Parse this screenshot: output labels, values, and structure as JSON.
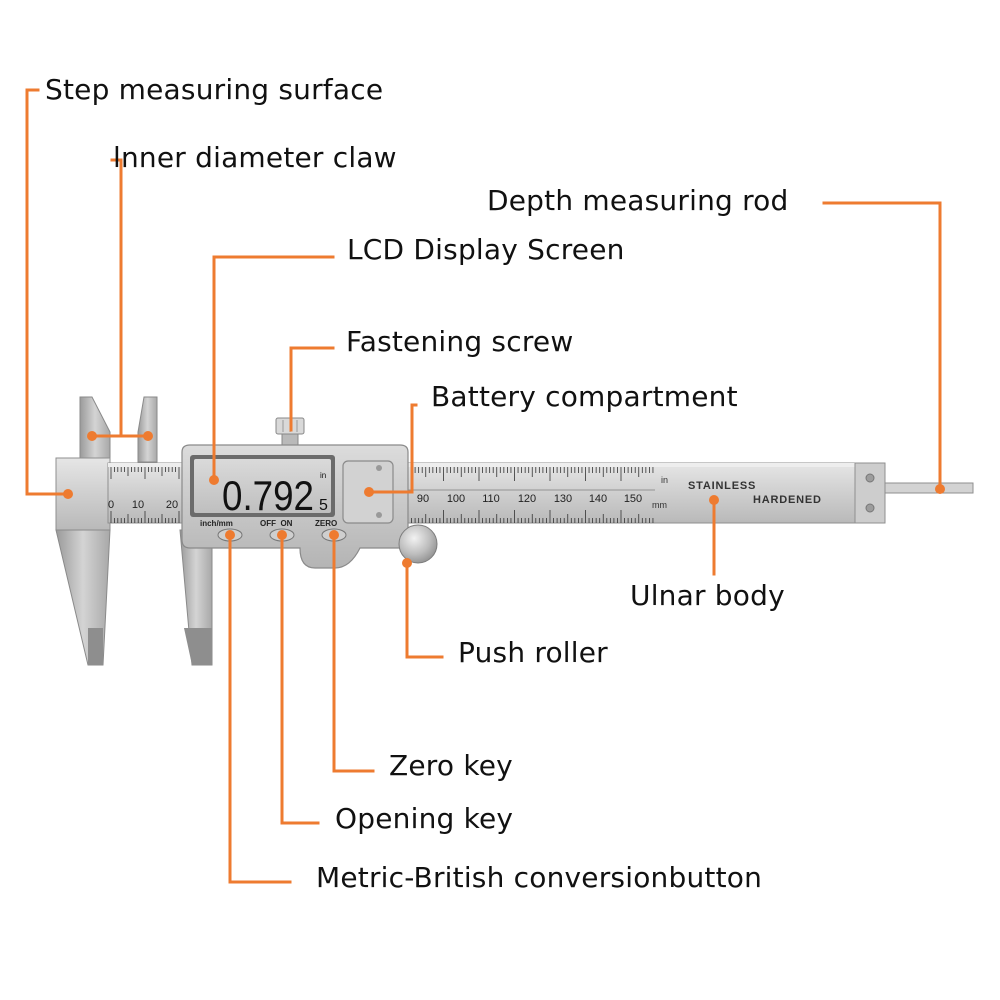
{
  "labels": {
    "step_surface": "Step measuring surface",
    "inner_claw": "lnner diameter claw",
    "depth_rod": "Depth measuring rod",
    "lcd": "LCD Display Screen",
    "fastening_screw": "Fastening screw",
    "battery": "Battery compartment",
    "ulnar_body": "Ulnar body",
    "push_roller": "Push roller",
    "zero_key": "Zero key",
    "opening_key": "Opening key",
    "conversion_button": "Metric-British conversionbutton"
  },
  "device": {
    "display_value": "0.792",
    "display_fraction": "5",
    "display_unit": "in",
    "btn_inch_mm": "inch/mm",
    "btn_off_on": "OFF  ON",
    "btn_zero": "ZERO",
    "body_text_1": "STAINLESS",
    "body_text_2": "HARDENED",
    "unit_in": "in",
    "unit_mm": "mm",
    "scale_left": [
      "0",
      "10",
      "20"
    ],
    "scale_right": [
      "90",
      "100",
      "110",
      "120",
      "130",
      "140",
      "150"
    ]
  },
  "colors": {
    "accent": "#ee7b30",
    "text": "#111111",
    "metal": "#c6c6c6"
  }
}
